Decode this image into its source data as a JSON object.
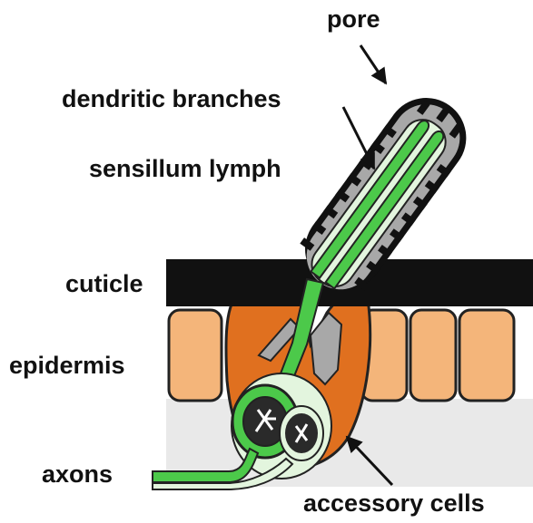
{
  "labels": {
    "pore": "pore",
    "dendritic_branches": "dendritic branches",
    "sensillum_lymph": "sensillum lymph",
    "cuticle": "cuticle",
    "epidermis": "epidermis",
    "axons": "axons",
    "accessory_cells": "accessory cells"
  },
  "colors": {
    "cuticle": "#111111",
    "hair_wall": "#a8a8a8",
    "epidermal_cell": "#f4b57a",
    "accessory_cell": "#e0701f",
    "neuron": "#4cc94a",
    "lymph": "#e3f5de",
    "nucleus": "#2a2a2a",
    "background_layer": "#e9e9e9"
  }
}
